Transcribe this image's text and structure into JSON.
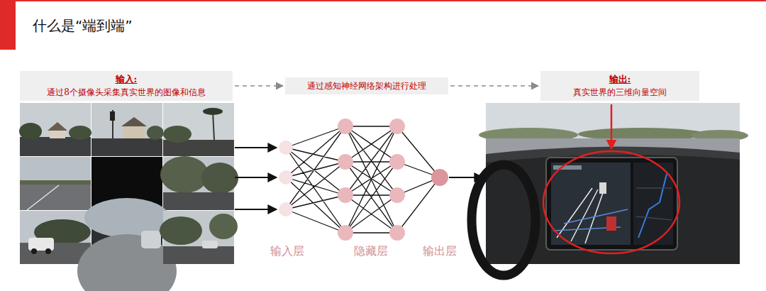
{
  "diagram": {
    "title": "什么是“端到端”",
    "nodes": [
      {
        "text": [
          "输入:",
          "通过8个摄像头采集真实世界的图像和信息"
        ]
      },
      {
        "text": [
          "通过感知神经网络架构进行处理"
        ]
      },
      {
        "text": [
          "输出:",
          "真实世界的三维向量空间"
        ]
      }
    ],
    "edges": [
      {
        "from": 0,
        "to": 1,
        "arrow": "to"
      },
      {
        "from": 1,
        "to": 2,
        "arrow": "to"
      }
    ],
    "labels": [
      "输入层",
      "隐藏层",
      "输出层"
    ]
  }
}
